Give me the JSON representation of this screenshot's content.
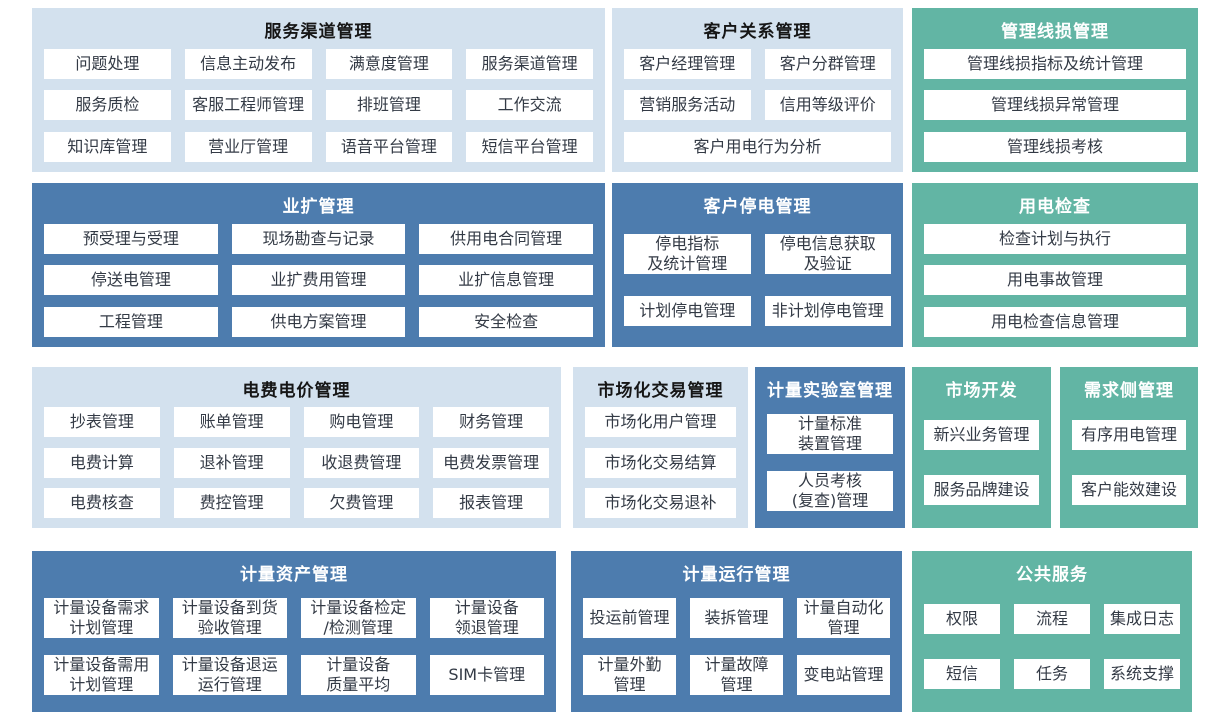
{
  "colors": {
    "light_panel_bg": "#d3e1ee",
    "dark_panel_bg": "#4d7cae",
    "teal_panel_bg": "#62b5a4",
    "item_bg": "#ffffff",
    "item_text": "#333a45",
    "light_title_text": "#161616",
    "inverse_title_text": "#ffffff"
  },
  "panels": [
    {
      "id": "service-channel",
      "title": "服务渠道管理",
      "theme": "light",
      "cols": 4,
      "items": [
        {
          "label": "问题处理"
        },
        {
          "label": "信息主动发布"
        },
        {
          "label": "满意度管理"
        },
        {
          "label": "服务渠道管理"
        },
        {
          "label": "服务质检"
        },
        {
          "label": "客服工程师管理"
        },
        {
          "label": "排班管理"
        },
        {
          "label": "工作交流"
        },
        {
          "label": "知识库管理"
        },
        {
          "label": "营业厅管理"
        },
        {
          "label": "语音平台管理"
        },
        {
          "label": "短信平台管理"
        }
      ]
    },
    {
      "id": "customer-relation",
      "title": "客户关系管理",
      "theme": "light",
      "cols": 2,
      "items": [
        {
          "label": "客户经理管理"
        },
        {
          "label": "客户分群管理"
        },
        {
          "label": "营销服务活动"
        },
        {
          "label": "信用等级评价"
        },
        {
          "label": "客户用电行为分析",
          "span": "all"
        }
      ]
    },
    {
      "id": "line-loss",
      "title": "管理线损管理",
      "theme": "teal",
      "cols": 1,
      "items": [
        {
          "label": "管理线损指标及统计管理"
        },
        {
          "label": "管理线损异常管理"
        },
        {
          "label": "管理线损考核"
        }
      ]
    },
    {
      "id": "business-expansion",
      "title": "业扩管理",
      "theme": "dark",
      "cols": 3,
      "items": [
        {
          "label": "预受理与受理"
        },
        {
          "label": "现场勘查与记录"
        },
        {
          "label": "供用电合同管理"
        },
        {
          "label": "停送电管理"
        },
        {
          "label": "业扩费用管理"
        },
        {
          "label": "业扩信息管理"
        },
        {
          "label": "工程管理"
        },
        {
          "label": "供电方案管理"
        },
        {
          "label": "安全检查"
        }
      ]
    },
    {
      "id": "customer-outage",
      "title": "客户停电管理",
      "theme": "dark",
      "cols": 2,
      "items": [
        {
          "label": "停电指标\n及统计管理"
        },
        {
          "label": "停电信息获取\n及验证"
        },
        {
          "label": "计划停电管理"
        },
        {
          "label": "非计划停电管理"
        }
      ]
    },
    {
      "id": "power-inspection",
      "title": "用电检查",
      "theme": "teal",
      "cols": 1,
      "items": [
        {
          "label": "检查计划与执行"
        },
        {
          "label": "用电事故管理"
        },
        {
          "label": "用电检查信息管理"
        }
      ]
    },
    {
      "id": "tariff",
      "title": "电费电价管理",
      "theme": "light",
      "cols": 4,
      "items": [
        {
          "label": "抄表管理"
        },
        {
          "label": "账单管理"
        },
        {
          "label": "购电管理"
        },
        {
          "label": "财务管理"
        },
        {
          "label": "电费计算"
        },
        {
          "label": "退补管理"
        },
        {
          "label": "收退费管理"
        },
        {
          "label": "电费发票管理"
        },
        {
          "label": "电费核查"
        },
        {
          "label": "费控管理"
        },
        {
          "label": "欠费管理"
        },
        {
          "label": "报表管理"
        }
      ]
    },
    {
      "id": "market-trade",
      "title": "市场化交易管理",
      "theme": "light",
      "cols": 1,
      "items": [
        {
          "label": "市场化用户管理"
        },
        {
          "label": "市场化交易结算"
        },
        {
          "label": "市场化交易退补"
        }
      ]
    },
    {
      "id": "metering-lab",
      "title": "计量实验室管理",
      "theme": "dark",
      "cols": 1,
      "items": [
        {
          "label": "计量标准\n装置管理"
        },
        {
          "label": "人员考核\n(复查)管理"
        }
      ]
    },
    {
      "id": "market-dev",
      "title": "市场开发",
      "theme": "teal",
      "cols": 1,
      "items": [
        {
          "label": "新兴业务管理"
        },
        {
          "label": "服务品牌建设"
        }
      ]
    },
    {
      "id": "demand-side",
      "title": "需求侧管理",
      "theme": "teal",
      "cols": 1,
      "items": [
        {
          "label": "有序用电管理"
        },
        {
          "label": "客户能效建设"
        }
      ]
    },
    {
      "id": "metering-asset",
      "title": "计量资产管理",
      "theme": "dark",
      "cols": 4,
      "items": [
        {
          "label": "计量设备需求\n计划管理"
        },
        {
          "label": "计量设备到货\n验收管理"
        },
        {
          "label": "计量设备检定\n/检测管理"
        },
        {
          "label": "计量设备\n领退管理"
        },
        {
          "label": "计量设备需用\n计划管理"
        },
        {
          "label": "计量设备退运\n运行管理"
        },
        {
          "label": "计量设备\n质量平均"
        },
        {
          "label": "SIM卡管理"
        }
      ]
    },
    {
      "id": "metering-operation",
      "title": "计量运行管理",
      "theme": "dark",
      "cols": 3,
      "items": [
        {
          "label": "投运前管理"
        },
        {
          "label": "装拆管理"
        },
        {
          "label": "计量自动化\n管理"
        },
        {
          "label": "计量外勤\n管理"
        },
        {
          "label": "计量故障\n管理"
        },
        {
          "label": "变电站管理"
        }
      ]
    },
    {
      "id": "public-service",
      "title": "公共服务",
      "theme": "teal",
      "cols": 3,
      "items": [
        {
          "label": "权限"
        },
        {
          "label": "流程"
        },
        {
          "label": "集成日志"
        },
        {
          "label": "短信"
        },
        {
          "label": "任务"
        },
        {
          "label": "系统支撑"
        }
      ]
    }
  ]
}
